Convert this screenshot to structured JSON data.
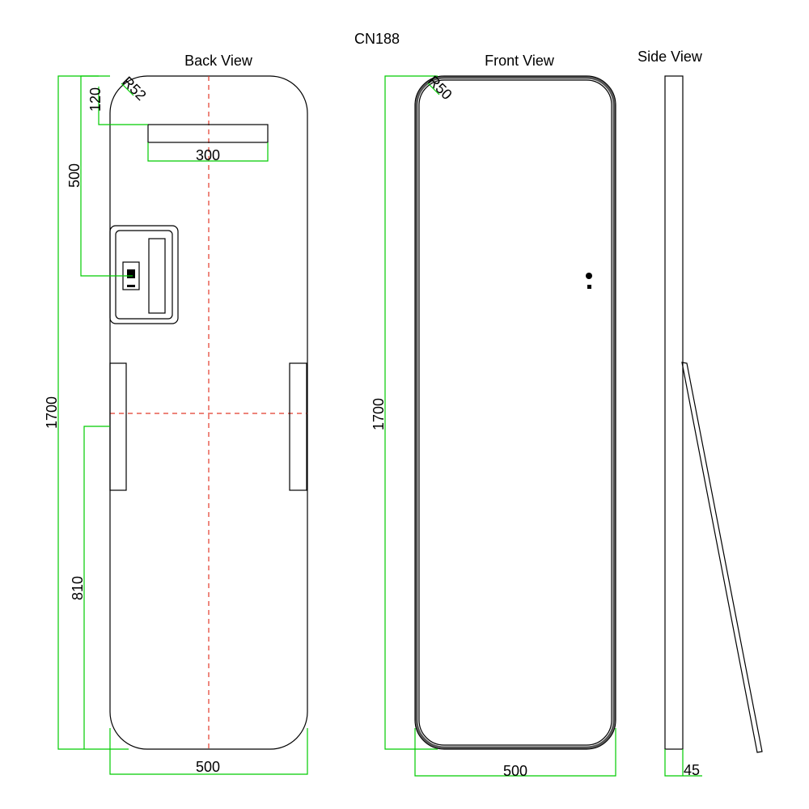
{
  "model_code": "CN188",
  "views": {
    "back": "Back View",
    "front": "Front View",
    "side": "Side View"
  },
  "dimensions": {
    "back_radius": "R52",
    "front_radius": "R50",
    "switch_top_offset": "120",
    "switch_width": "300",
    "box_offset": "500",
    "back_height": "1700",
    "front_height": "1700",
    "hook_height": "810",
    "back_width": "500",
    "front_width": "500",
    "side_depth": "45"
  },
  "colors": {
    "outline": "#000000",
    "dimension": "#00cc00",
    "centerline": "#e23a2a"
  }
}
